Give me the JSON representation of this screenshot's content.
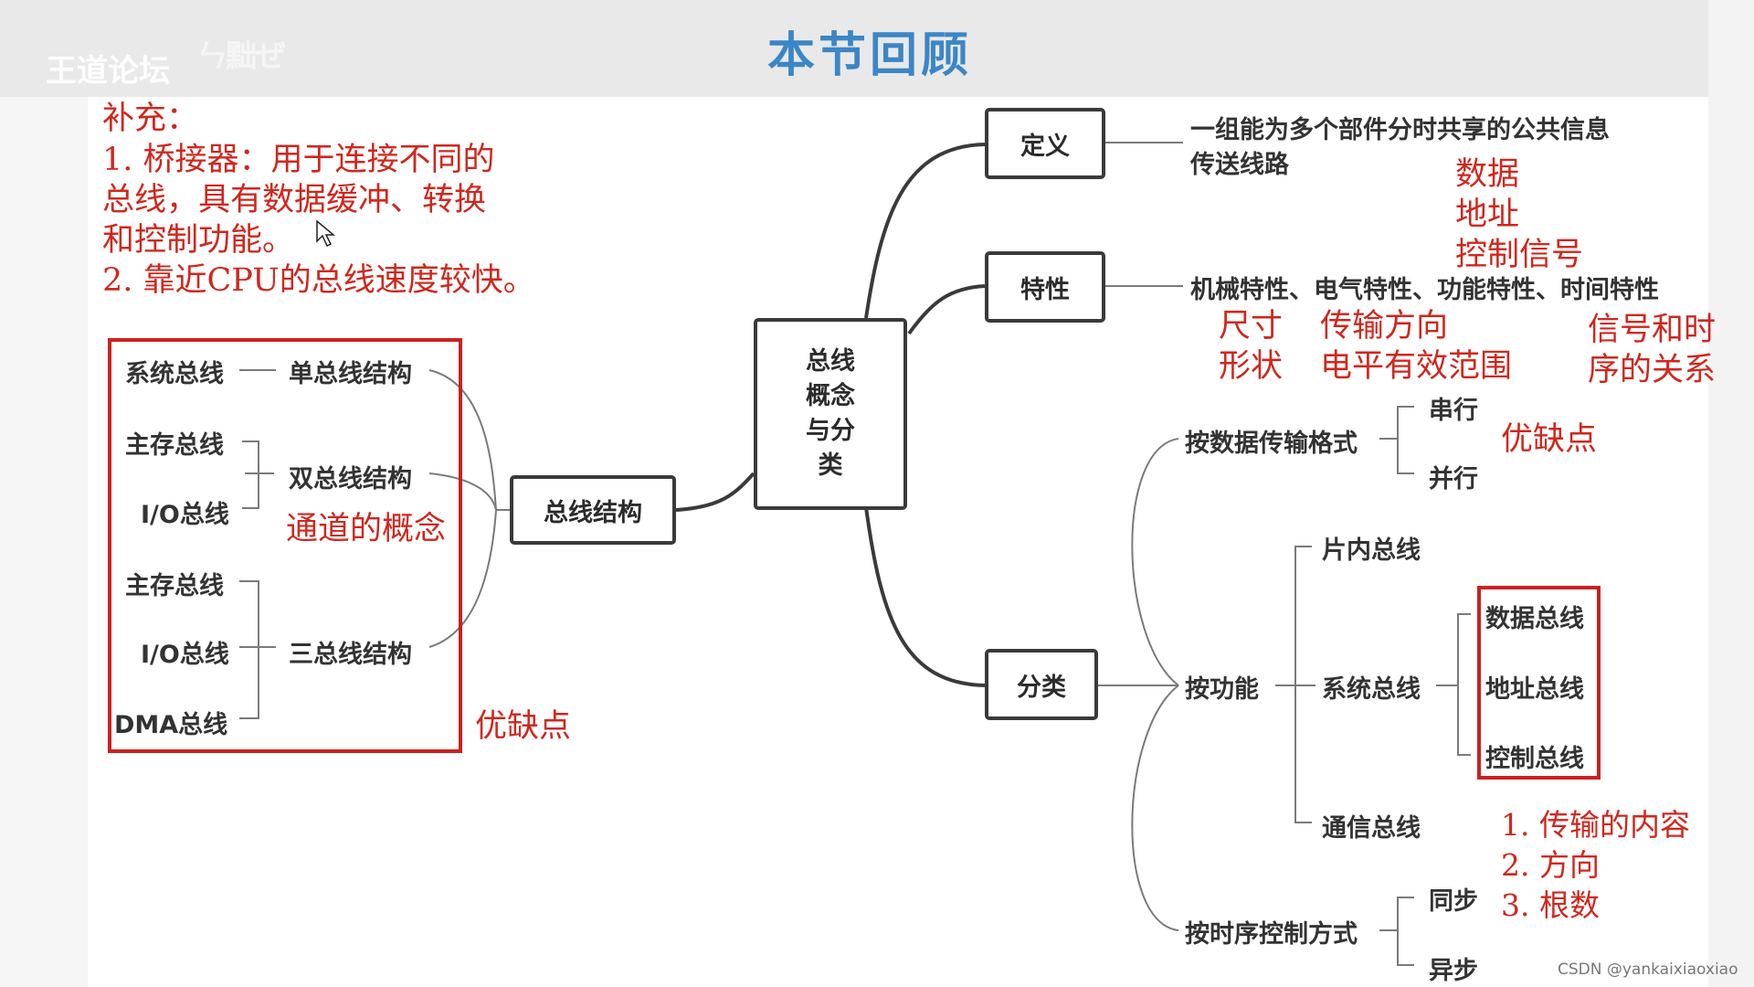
{
  "header": {
    "title": "本节回顾",
    "watermark": "王道论坛",
    "watermark_logo": "ㄣ黜ぜ"
  },
  "supplement": {
    "heading": "补充：",
    "line1": "1. 桥接器：用于连接不同的",
    "line2": "总线，具有数据缓冲、转换",
    "line3": "和控制功能。",
    "line4": "2. 靠近CPU的总线速度较快。"
  },
  "center": {
    "label_lines": [
      "总线",
      "概念",
      "与分",
      "类"
    ]
  },
  "definition": {
    "label": "定义",
    "text_line1": "一组能为多个部件分时共享的公共信息",
    "text_line2": "传送线路",
    "note_data": "数据",
    "note_address": "地址",
    "note_control": "控制信号"
  },
  "features": {
    "label": "特性",
    "text": "机械特性、电气特性、功能特性、时间特性",
    "note_size": "尺寸",
    "note_shape": "形状",
    "note_direction": "传输方向",
    "note_level": "电平有效范围",
    "note_timing1": "信号和时",
    "note_timing2": "序的关系"
  },
  "structure": {
    "label": "总线结构",
    "system_bus": "系统总线",
    "single": "单总线结构",
    "main_mem_bus_1": "主存总线",
    "io_bus_1": "I/O总线",
    "dual": "双总线结构",
    "channel_note": "通道的概念",
    "main_mem_bus_2": "主存总线",
    "io_bus_2": "I/O总线",
    "dma_bus": "DMA总线",
    "triple": "三总线结构",
    "pros_cons": "优缺点"
  },
  "classification": {
    "label": "分类",
    "by_format": "按数据传输格式",
    "serial": "串行",
    "parallel": "并行",
    "format_note": "优缺点",
    "by_function": "按功能",
    "on_chip": "片内总线",
    "system_bus": "系统总线",
    "data_bus": "数据总线",
    "address_bus": "地址总线",
    "control_bus": "控制总线",
    "comm_bus": "通信总线",
    "func_note1": "1. 传输的内容",
    "func_note2": "2. 方向",
    "func_note3": "3. 根数",
    "by_timing": "按时序控制方式",
    "sync": "同步",
    "async": "异步"
  },
  "credit": "CSDN @yankaixiaoxiao",
  "colors": {
    "title_blue": "#3b86c6",
    "annotation_red": "#d0271d",
    "node_border": "#3a3a3a",
    "highlight_box": "#cc2020"
  }
}
